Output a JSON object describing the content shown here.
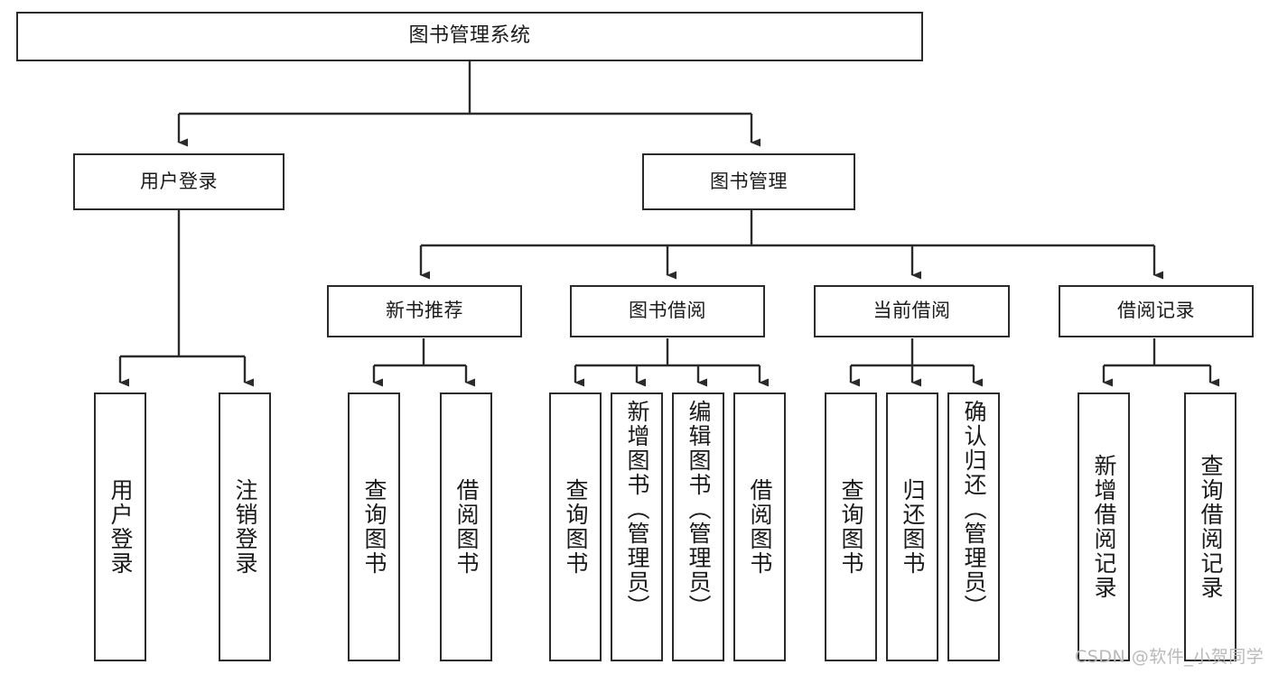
{
  "diagram": {
    "title": "图书管理系统",
    "type": "tree-hierarchy-chart",
    "colors": {
      "box_border": "#2b2b2b",
      "box_fill": "#ffffff",
      "edge": "#2b2b2b",
      "text": "#1a1a1a",
      "watermark": "#b9b9b9"
    },
    "root": {
      "label": "图书管理系统"
    },
    "level2": [
      {
        "label": "用户登录"
      },
      {
        "label": "图书管理"
      }
    ],
    "level3": [
      {
        "label": "新书推荐"
      },
      {
        "label": "图书借阅"
      },
      {
        "label": "当前借阅"
      },
      {
        "label": "借阅记录"
      }
    ],
    "leaves": {
      "user_login": [
        {
          "label": "用户登录"
        },
        {
          "label": "注销登录"
        }
      ],
      "new_book_recommend": [
        {
          "label": "查询图书"
        },
        {
          "label": "借阅图书"
        }
      ],
      "book_borrow": [
        {
          "label": "查询图书"
        },
        {
          "label": "新增图书（管理员）"
        },
        {
          "label": "编辑图书（管理员）"
        },
        {
          "label": "借阅图书"
        }
      ],
      "current_borrow": [
        {
          "label": "查询图书"
        },
        {
          "label": "归还图书"
        },
        {
          "label": "确认归还（管理员）"
        }
      ],
      "borrow_record": [
        {
          "label": "新增借阅记录"
        },
        {
          "label": "查询借阅记录"
        }
      ]
    }
  },
  "watermark": {
    "text": "CSDN @软件_小贺同学"
  }
}
